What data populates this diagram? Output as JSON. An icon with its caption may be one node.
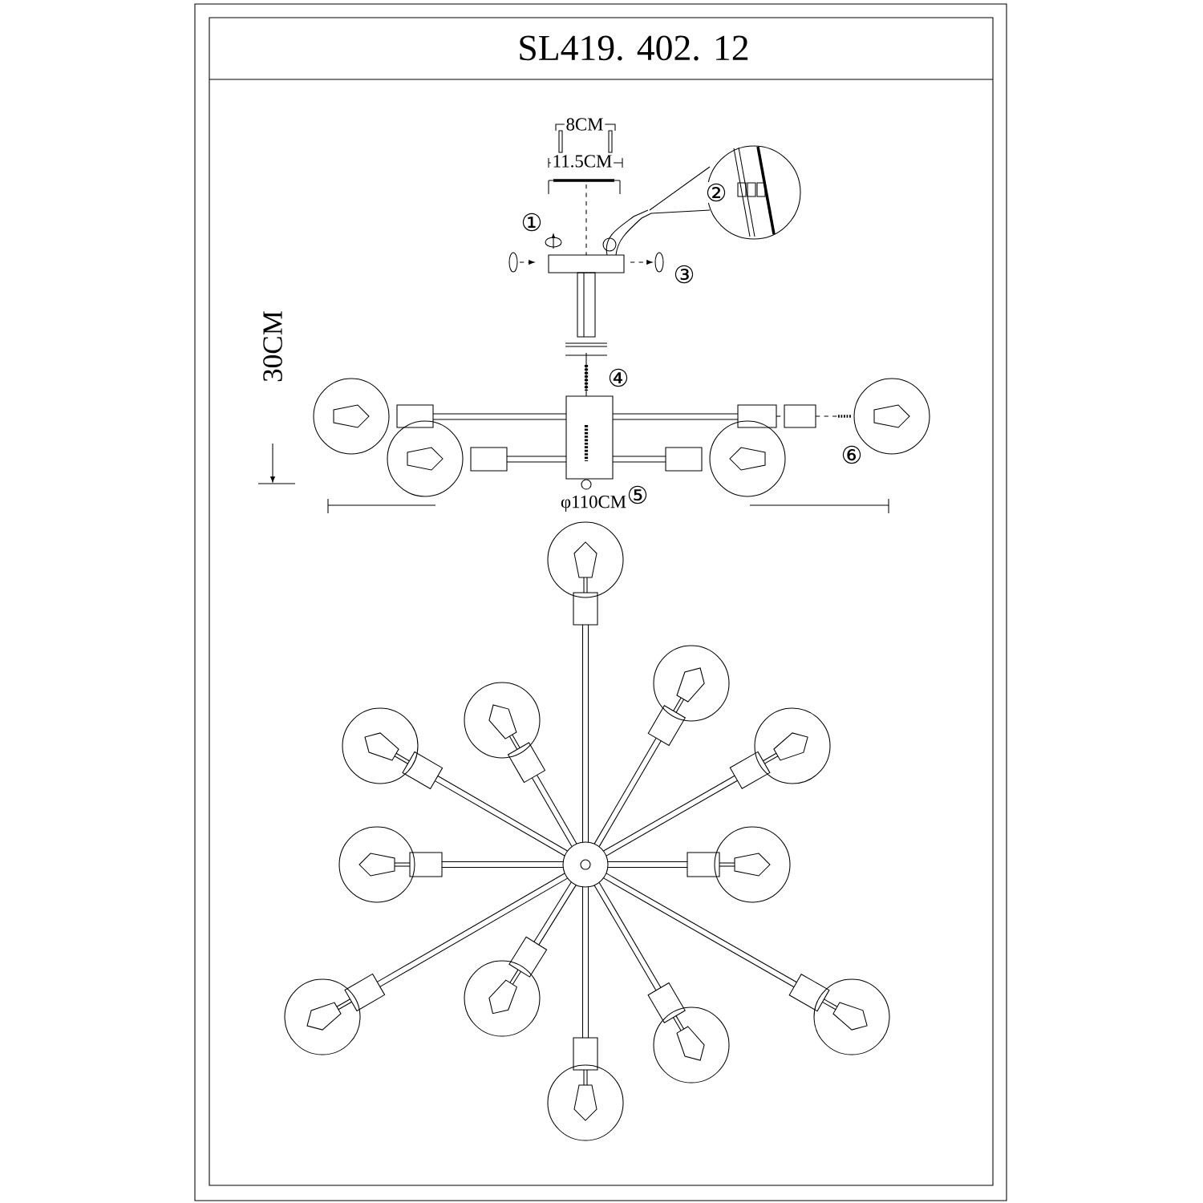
{
  "diagram": {
    "title": "SL419. 402. 12",
    "labels": [
      "8CM",
      "11.5CM",
      "②",
      "①",
      "③",
      "30CM",
      "④",
      "⑥",
      "φ110CM",
      "⑤"
    ]
  }
}
